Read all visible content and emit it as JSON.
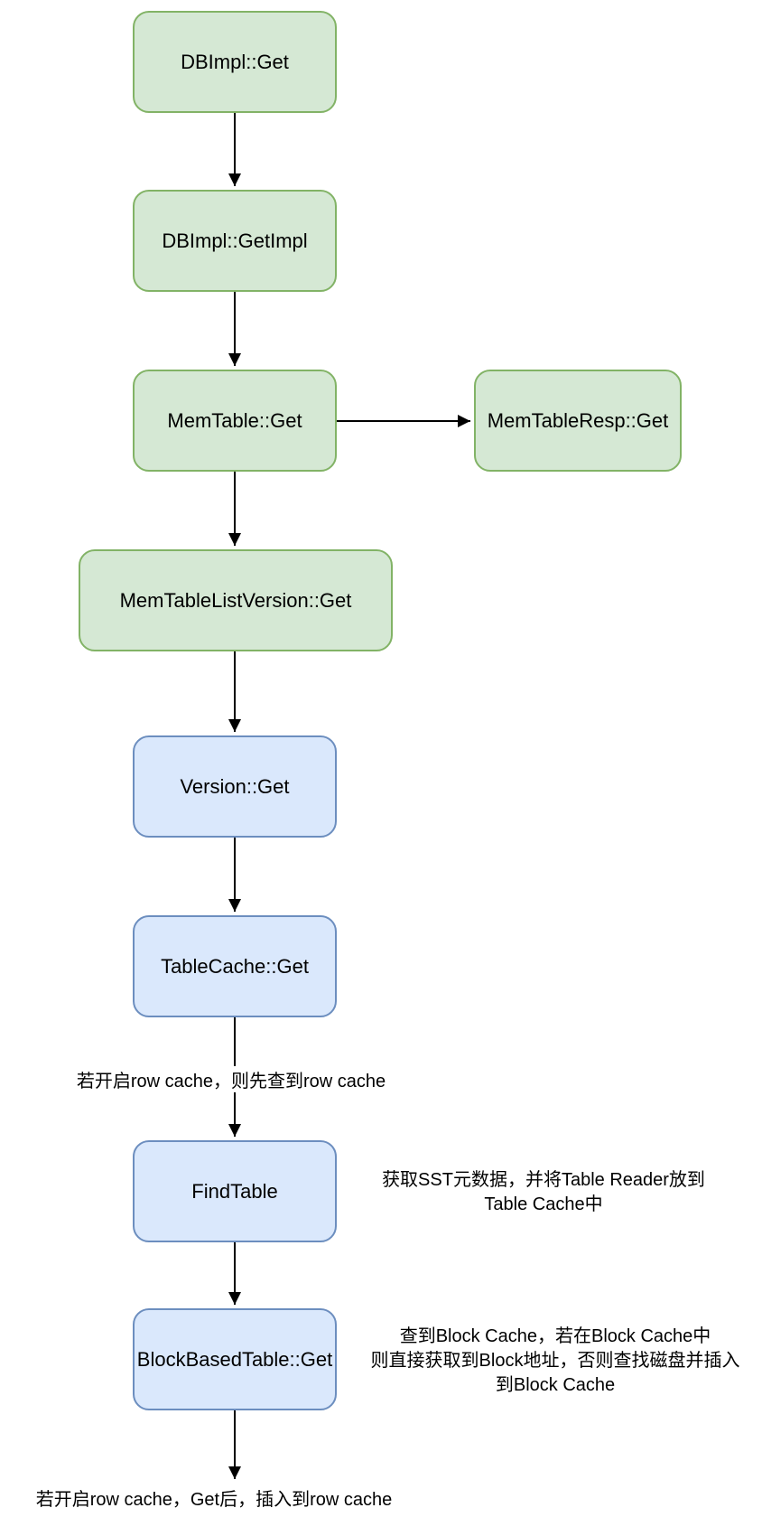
{
  "diagram": {
    "colors": {
      "green_fill": "#d5e8d4",
      "green_border": "#82b366",
      "blue_fill": "#dae8fc",
      "blue_border": "#6c8ebf",
      "arrow": "#000000",
      "text": "#000000"
    },
    "nodes": [
      {
        "id": "dbimpl-get",
        "label": "DBImpl::Get",
        "color": "green"
      },
      {
        "id": "dbimpl-getimpl",
        "label": "DBImpl::GetImpl",
        "color": "green"
      },
      {
        "id": "memtable-get",
        "label": "MemTable::Get",
        "color": "green"
      },
      {
        "id": "memtableresp-get",
        "label": "MemTableResp::Get",
        "color": "green"
      },
      {
        "id": "memtablelistversion-get",
        "label": "MemTableListVersion::Get",
        "color": "green"
      },
      {
        "id": "version-get",
        "label": "Version::Get",
        "color": "blue"
      },
      {
        "id": "tablecache-get",
        "label": "TableCache::Get",
        "color": "blue"
      },
      {
        "id": "findtable",
        "label": "FindTable",
        "color": "blue"
      },
      {
        "id": "blockbasedtable-get",
        "label": "BlockBasedTable::Get",
        "color": "blue"
      }
    ],
    "edges": [
      {
        "from": "dbimpl-get",
        "to": "dbimpl-getimpl"
      },
      {
        "from": "dbimpl-getimpl",
        "to": "memtable-get"
      },
      {
        "from": "memtable-get",
        "to": "memtableresp-get"
      },
      {
        "from": "memtable-get",
        "to": "memtablelistversion-get"
      },
      {
        "from": "memtablelistversion-get",
        "to": "version-get"
      },
      {
        "from": "version-get",
        "to": "tablecache-get"
      },
      {
        "from": "tablecache-get",
        "to": "findtable"
      },
      {
        "from": "findtable",
        "to": "blockbasedtable-get"
      },
      {
        "from": "blockbasedtable-get",
        "to": "end"
      }
    ],
    "edge_labels": [
      {
        "text": "若开启row cache，则先查到row cache"
      },
      {
        "text": "若开启row cache，Get后，插入到row cache"
      }
    ],
    "annotations": [
      {
        "target": "findtable",
        "lines": [
          "获取SST元数据，并将Table Reader放到",
          "Table Cache中"
        ]
      },
      {
        "target": "blockbasedtable-get",
        "lines": [
          "查到Block Cache，若在Block Cache中",
          "则直接获取到Block地址，否则查找磁盘并插入",
          "到Block Cache"
        ]
      }
    ]
  }
}
